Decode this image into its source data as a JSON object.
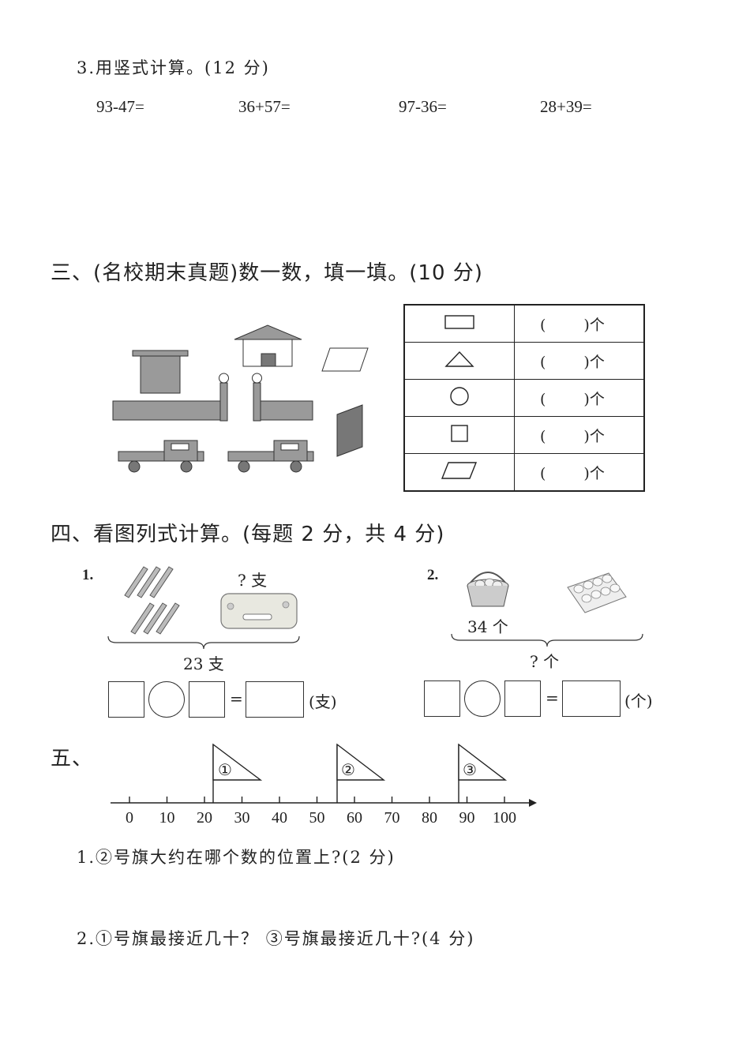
{
  "part2": {
    "q3_title": "3.用竖式计算。(12 分)",
    "expressions": [
      "93-47=",
      "36+57=",
      "97-36=",
      "28+39="
    ]
  },
  "part3": {
    "heading": "三、(名校期末真题)数一数，填一填。(10 分)",
    "table_rows": [
      {
        "shape": "rectangle-icon",
        "paren_l": "(",
        "paren_r": ")个"
      },
      {
        "shape": "triangle-icon",
        "paren_l": "(",
        "paren_r": ")个"
      },
      {
        "shape": "circle-icon",
        "paren_l": "(",
        "paren_r": ")个"
      },
      {
        "shape": "square-icon",
        "paren_l": "(",
        "paren_r": ")个"
      },
      {
        "shape": "parallelogram-icon",
        "paren_l": "(",
        "paren_r": ")个"
      }
    ]
  },
  "part4": {
    "heading": "四、看图列式计算。(每题 2 分，共 4 分)",
    "p1": {
      "number": "1.",
      "question": "? 支",
      "total": "23 支",
      "unit": "(支)",
      "equals": "="
    },
    "p2": {
      "number": "2.",
      "known": "34 个",
      "question": "? 个",
      "unit": "(个)",
      "equals": "="
    }
  },
  "part5": {
    "heading": "五、",
    "flags": [
      "①",
      "②",
      "③"
    ],
    "ticks": [
      "0",
      "10",
      "20",
      "30",
      "40",
      "50",
      "60",
      "70",
      "80",
      "90",
      "100"
    ],
    "q1": "1.②号旗大约在哪个数的位置上?(2 分)",
    "q2": "2.①号旗最接近几十？ ③号旗最接近几十?(4 分)"
  },
  "colors": {
    "shape_fill": "#9a9a9a",
    "shape_dark": "#777777",
    "ink": "#222222"
  }
}
